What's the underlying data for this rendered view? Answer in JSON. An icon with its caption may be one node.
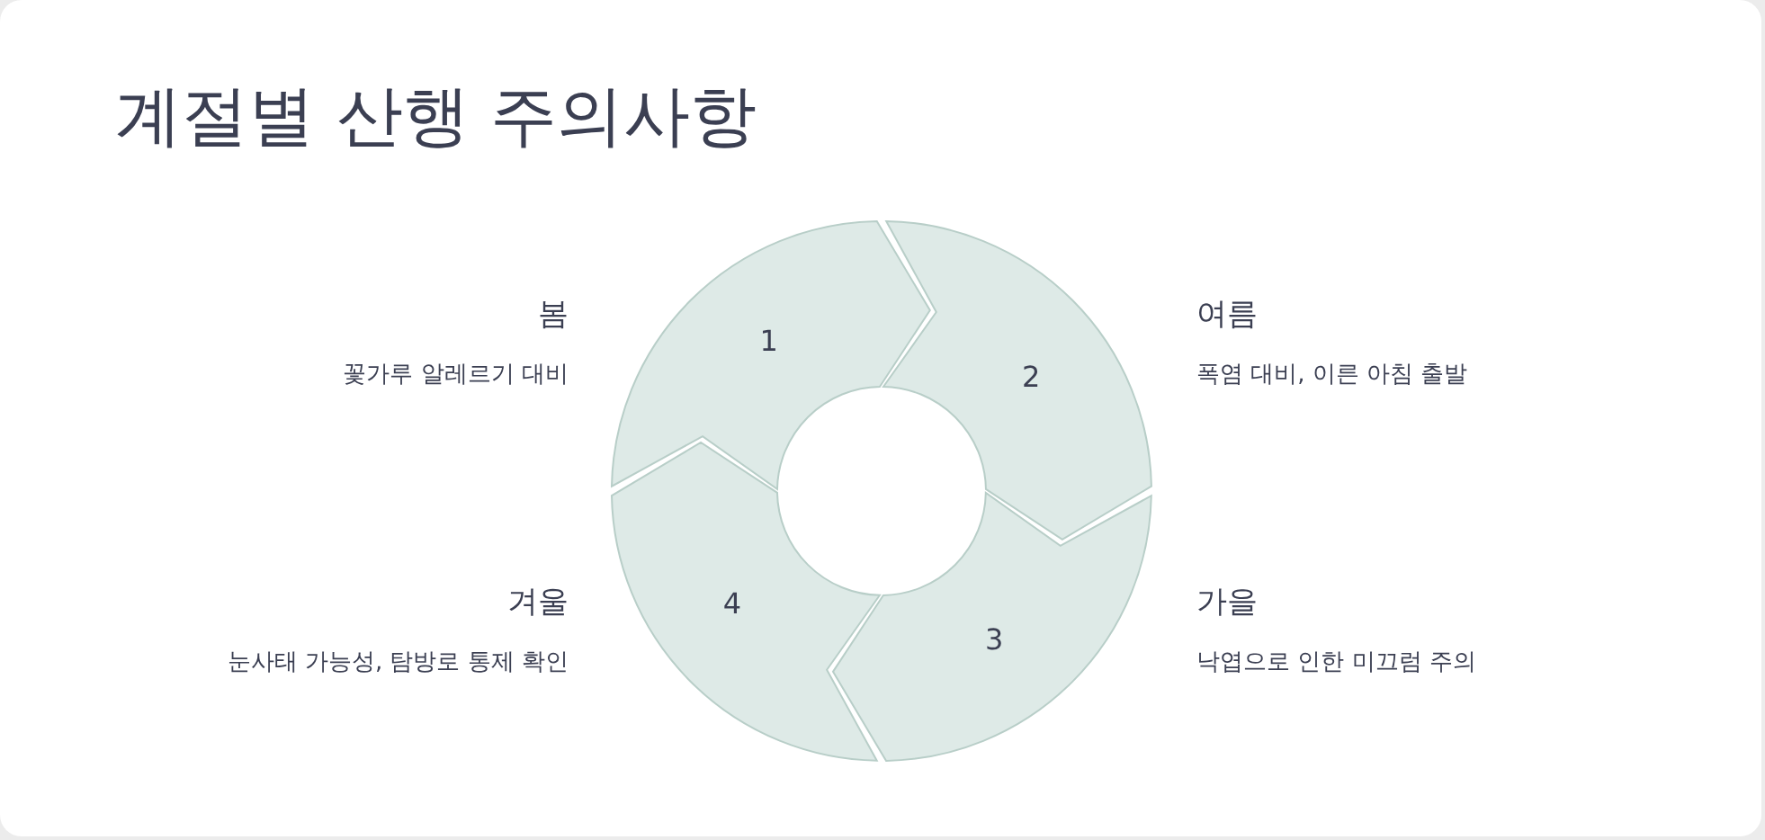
{
  "diagram": {
    "title": "계절별 산행 주의사항",
    "nodes": [
      {
        "text": [
          "1"
        ],
        "beside": [
          "봄",
          "꽃가루 알레르기 대비"
        ]
      },
      {
        "text": [
          "2"
        ],
        "beside": [
          "여름",
          "폭염 대비, 이른 아침 출발"
        ]
      },
      {
        "text": [
          "3"
        ],
        "beside": [
          "가을",
          "낙엽으로 인한 미끄럼 주의"
        ]
      },
      {
        "text": [
          "4"
        ],
        "beside": [
          "겨울",
          "눈사태 가능성, 탐방로 통제 확인"
        ]
      }
    ]
  }
}
